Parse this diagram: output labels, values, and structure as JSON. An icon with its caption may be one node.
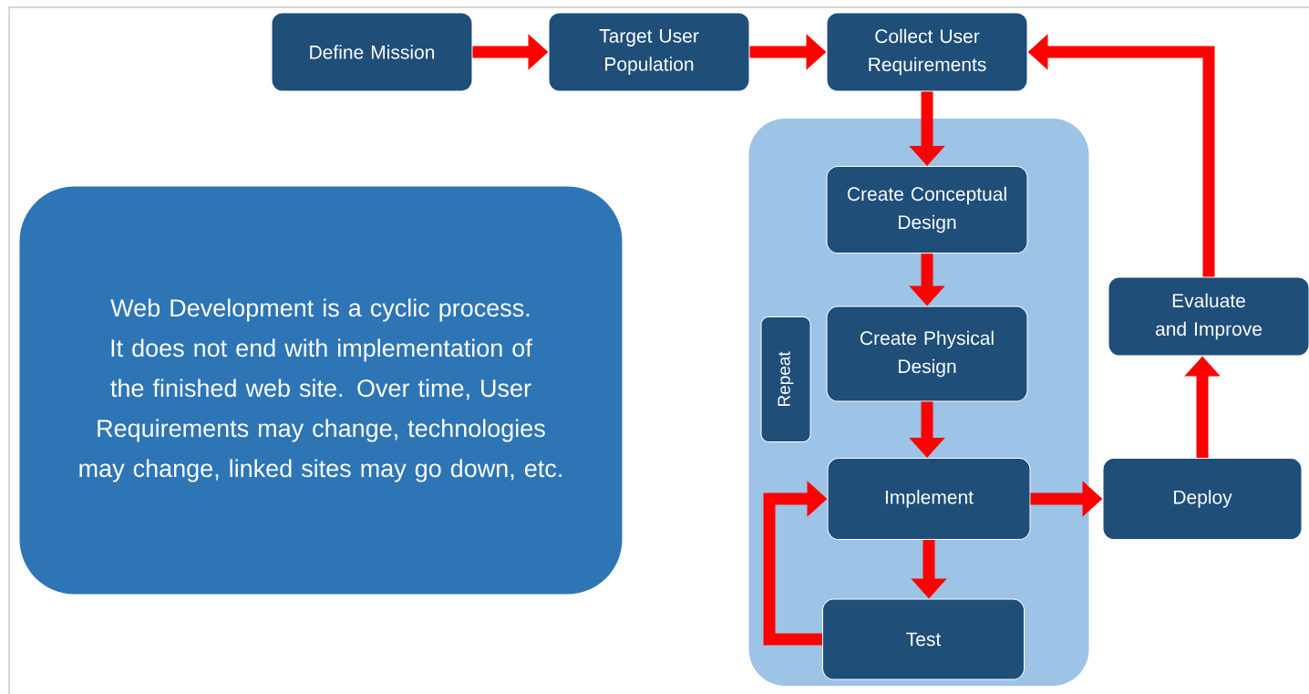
{
  "diagram": {
    "nodes": [
      {
        "text": [
          "Define Mission"
        ]
      },
      {
        "text": [
          "Target User Population"
        ]
      },
      {
        "text": [
          "Collect User Requirements"
        ]
      },
      {
        "text": [],
        "shape": "box"
      },
      {
        "text": [
          "Create Conceptual Design"
        ],
        "in": 3
      },
      {
        "text": [
          "Repeat"
        ],
        "in": 3
      },
      {
        "text": [
          "Create Physical Design"
        ],
        "in": 3
      },
      {
        "text": [
          "Implement"
        ],
        "in": 3
      },
      {
        "text": [
          "Test"
        ],
        "in": 3
      },
      {
        "text": [
          "Evaluate and Improve"
        ]
      },
      {
        "text": [
          "Deploy"
        ]
      },
      {
        "text": [
          "Web Development is a cyclic process. It does not end with implementation of the finished web site. Over time, User Requirements may change, technologies may change, linked sites may go down, etc."
        ]
      }
    ],
    "edges": [
      {
        "from": 0,
        "to": 1,
        "arrow": "to"
      },
      {
        "from": 1,
        "to": 2,
        "arrow": "to"
      },
      {
        "from": 2,
        "to": 4,
        "arrow": "to"
      },
      {
        "from": 4,
        "to": 6,
        "arrow": "to"
      },
      {
        "from": 6,
        "to": 7,
        "arrow": "to"
      },
      {
        "from": 7,
        "to": 8,
        "arrow": "to"
      },
      {
        "from": 8,
        "to": 7,
        "arrow": "to"
      },
      {
        "from": 7,
        "to": 10,
        "arrow": "to"
      },
      {
        "from": 10,
        "to": 9,
        "arrow": "to"
      },
      {
        "from": 9,
        "to": 2,
        "arrow": "to"
      }
    ]
  }
}
